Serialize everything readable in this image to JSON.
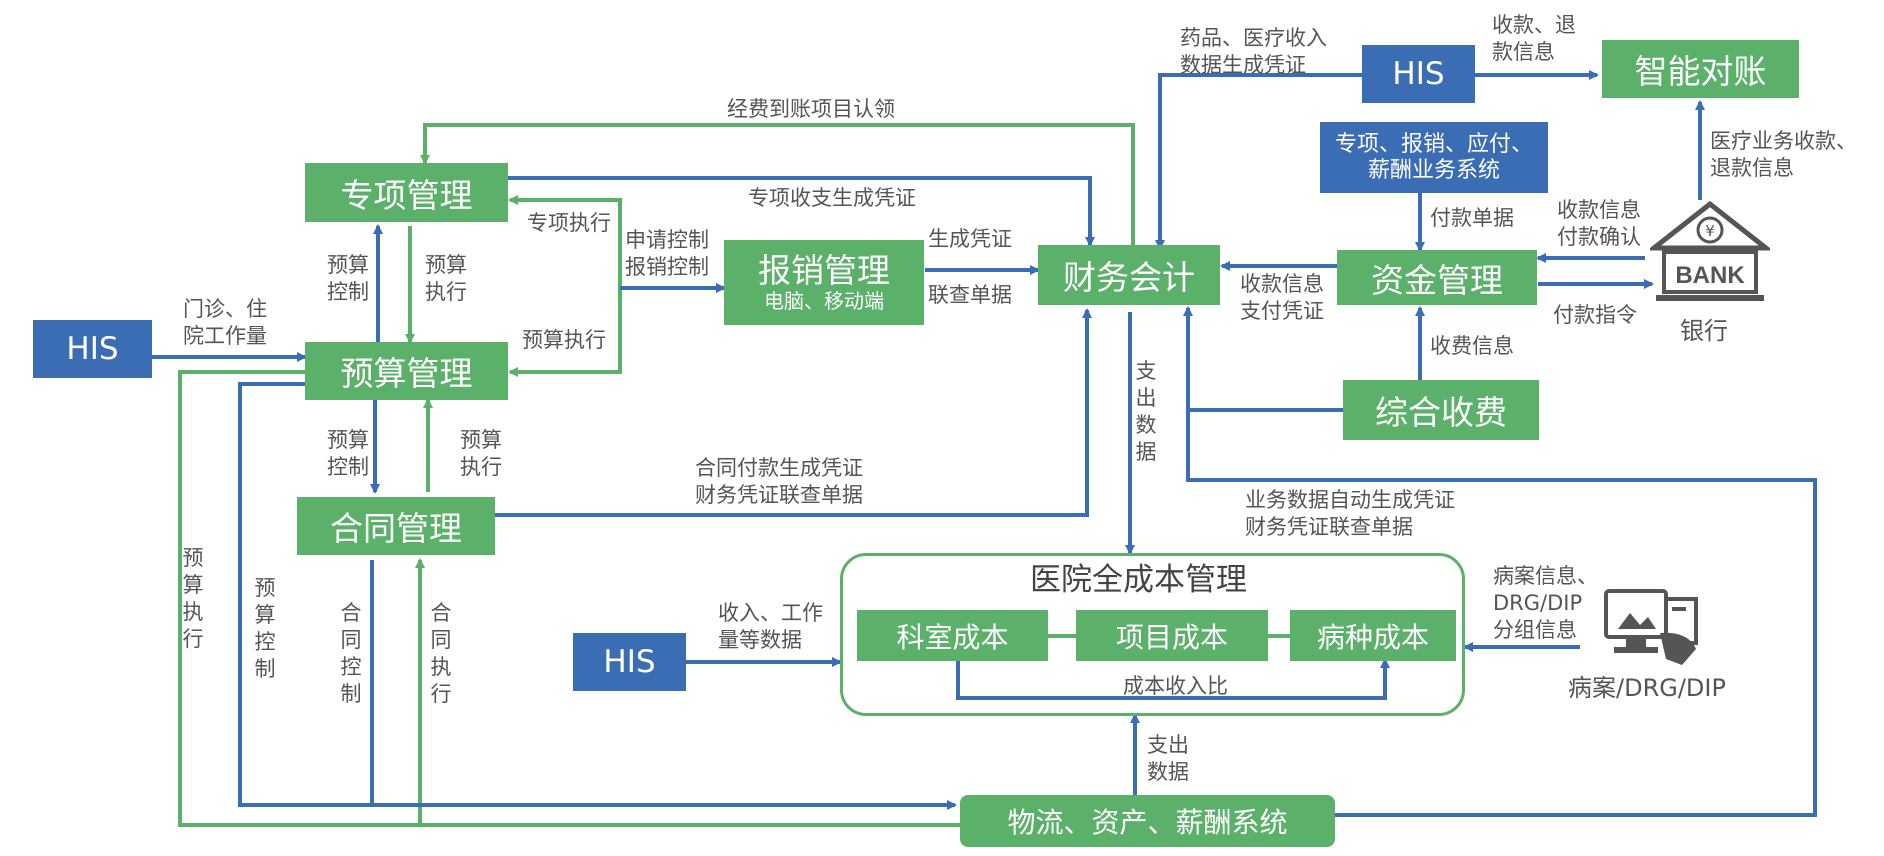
{
  "nodes": {
    "his_left": "HIS",
    "his_top": "HIS",
    "his_mid": "HIS",
    "zhuanxiang": "专项管理",
    "yusuan": "预算管理",
    "hetong": "合同管理",
    "baoxiao_title": "报销管理",
    "baoxiao_sub": "电脑、移动端",
    "caiwu": "财务会计",
    "zijin": "资金管理",
    "zonghe": "综合收费",
    "zhineng": "智能对账",
    "zhuanxiang_sys_line1": "专项、报销、应付、",
    "zhuanxiang_sys_line2": "薪酬业务系统",
    "chengben_title": "医院全成本管理",
    "keshi": "科室成本",
    "xiangmu": "项目成本",
    "bingzhong": "病种成本",
    "wuliu": "物流、资产、薪酬系统",
    "bank_text": "BANK",
    "bank_caption": "银行",
    "drg_caption": "病案/DRG/DIP"
  },
  "labels": {
    "jingfei": "经费到账项目认领",
    "zhuanxiang_shouzhi": "专项收支生成凭证",
    "zhuanxiang_zhixing": "专项执行",
    "yusuan_zhixing_r": "预算执行",
    "shenqing_1": "申请控制",
    "shenqing_2": "报销控制",
    "shengcheng": "生成凭证",
    "lianchai": "联查单据",
    "his_left_1": "门诊、住",
    "his_left_2": "院工作量",
    "yskz_top": "预算控制",
    "yszx_top": "预算执行",
    "yskz_mid": "预算控制",
    "yszx_mid": "预算执行",
    "hetong_fk_1": "合同付款生成凭证",
    "hetong_fk_2": "财务凭证联查单据",
    "yszx_left": "预算执行",
    "yskz_left": "预算控制",
    "htkz": "合同控制",
    "htzx": "合同执行",
    "zhichu_data": "支出数据",
    "yaopin_1": "药品、医疗收入",
    "yaopin_2": "数据生成凭证",
    "shoukuan_tui_1": "收款、退",
    "shoukuan_tui_2": "款信息",
    "yiliao_1": "医疗业务收款、",
    "yiliao_2": "退款信息",
    "fukuan_danju": "付款单据",
    "shoukuan_xinxi_1": "收款信息",
    "shoukuan_xinxi_2": "付款确认",
    "fukuan_zhiling": "付款指令",
    "shoukuan_zhifu_1": "收款信息",
    "shoukuan_zhifu_2": "支付凭证",
    "shoufei_xinxi": "收费信息",
    "yewu_1": "业务数据自动生成凭证",
    "yewu_2": "财务凭证联查单据",
    "shouru_1": "收入、工作",
    "shouru_2": "量等数据",
    "bingan_1": "病案信息、",
    "bingan_2": "DRG/DIP",
    "bingan_3": "分组信息",
    "chengben_shouru": "成本收入比",
    "zhichu_2a": "支出",
    "zhichu_2b": "数据"
  },
  "colors": {
    "green": "#5bb06a",
    "blue": "#3a6db4",
    "label": "#555555"
  }
}
